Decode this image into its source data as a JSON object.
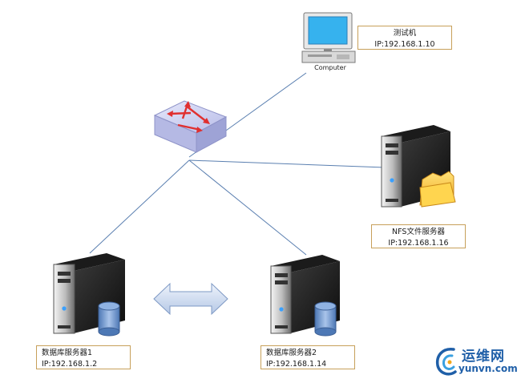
{
  "nodes": {
    "test_pc": {
      "name": "测试机",
      "ip": "IP:192.168.1.10",
      "caption": "Computer",
      "icon": "computer-icon"
    },
    "nfs_server": {
      "name": "NFS文件服务器",
      "ip": "IP:192.168.1.16",
      "icon": "file-server-icon"
    },
    "db_server_1": {
      "name": "数据库服务器1",
      "ip": "IP:192.168.1.2",
      "icon": "database-server-icon"
    },
    "db_server_2": {
      "name": "数据库服务器2",
      "ip": "IP:192.168.1.14",
      "icon": "database-server-icon"
    },
    "switch": {
      "icon": "network-switch-icon"
    }
  },
  "links": [
    {
      "from": "switch",
      "to": "test_pc"
    },
    {
      "from": "switch",
      "to": "nfs_server"
    },
    {
      "from": "switch",
      "to": "db_server_1"
    },
    {
      "from": "switch",
      "to": "db_server_2"
    },
    {
      "from": "db_server_1",
      "to": "db_server_2",
      "style": "double-arrow"
    }
  ],
  "watermark": {
    "title": "运维网",
    "url": "yunvn.com",
    "icon": "logo-swirl-icon"
  },
  "colors": {
    "link_line": "#5a7fb0",
    "label_border": "#c7a05a",
    "watermark": "#1f5fa8"
  }
}
